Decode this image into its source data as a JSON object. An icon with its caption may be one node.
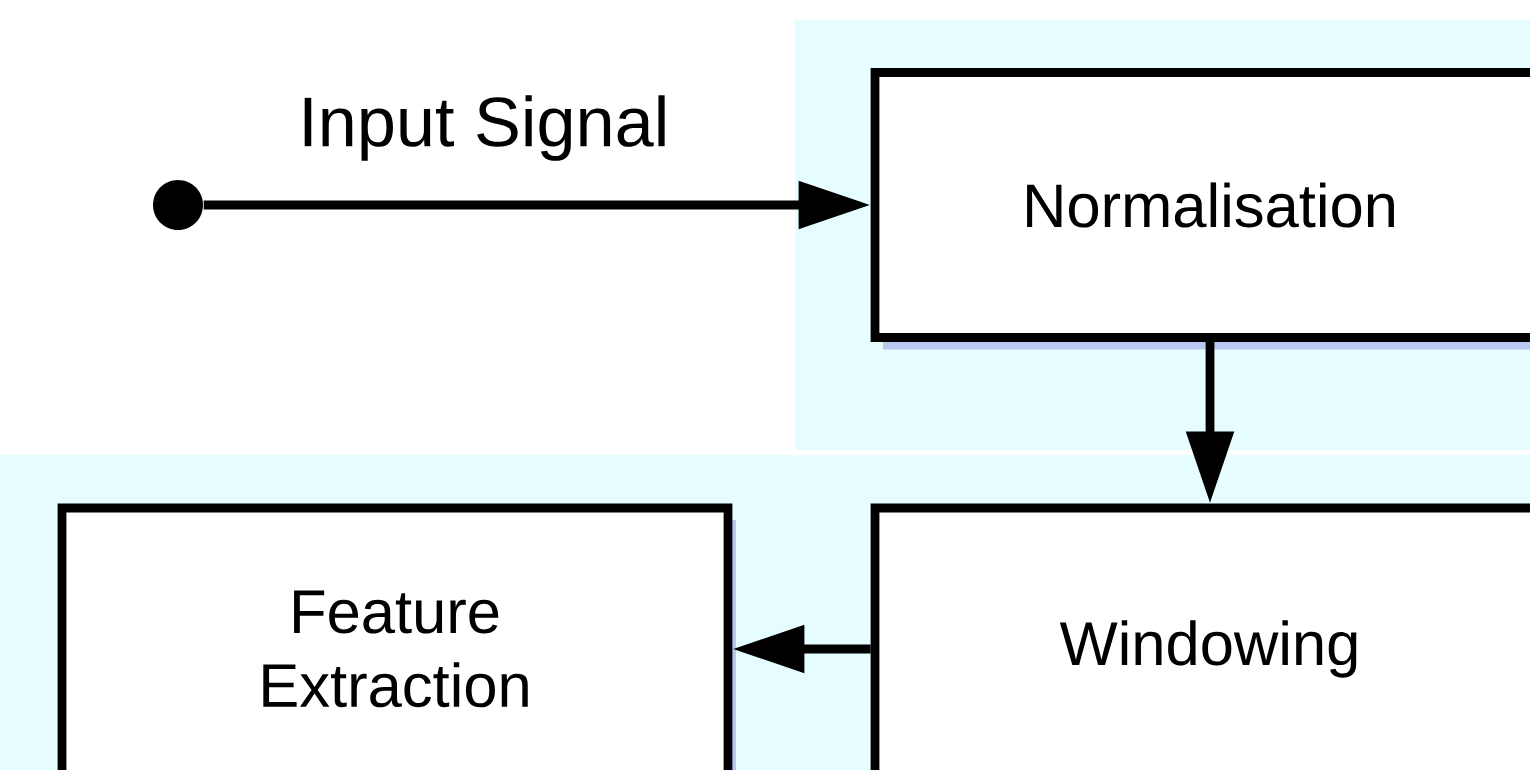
{
  "diagram": {
    "nodes": [
      {
        "text": [],
        "shape": "circle"
      },
      {
        "text": [
          "Normalisation"
        ]
      },
      {
        "text": [
          "Windowing"
        ]
      },
      {
        "text": [
          "Feature Extraction"
        ]
      }
    ],
    "edges": [
      {
        "from": 0,
        "to": 1,
        "arrow": "to",
        "label": "Input Signal"
      },
      {
        "from": 1,
        "to": 2,
        "arrow": "to"
      },
      {
        "from": 2,
        "to": 3,
        "arrow": "to"
      }
    ]
  }
}
